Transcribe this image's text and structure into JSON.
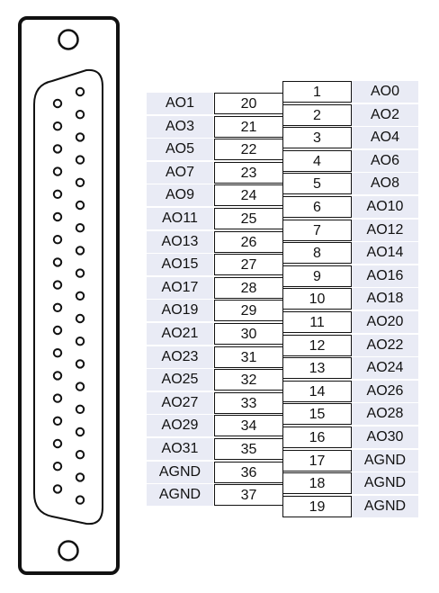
{
  "connector": {
    "left_column": [
      {
        "signal": "AO1",
        "pin": "20"
      },
      {
        "signal": "AO3",
        "pin": "21"
      },
      {
        "signal": "AO5",
        "pin": "22"
      },
      {
        "signal": "AO7",
        "pin": "23"
      },
      {
        "signal": "AO9",
        "pin": "24"
      },
      {
        "signal": "AO11",
        "pin": "25"
      },
      {
        "signal": "AO13",
        "pin": "26"
      },
      {
        "signal": "AO15",
        "pin": "27"
      },
      {
        "signal": "AO17",
        "pin": "28"
      },
      {
        "signal": "AO19",
        "pin": "29"
      },
      {
        "signal": "AO21",
        "pin": "30"
      },
      {
        "signal": "AO23",
        "pin": "31"
      },
      {
        "signal": "AO25",
        "pin": "32"
      },
      {
        "signal": "AO27",
        "pin": "33"
      },
      {
        "signal": "AO29",
        "pin": "34"
      },
      {
        "signal": "AO31",
        "pin": "35"
      },
      {
        "signal": "AGND",
        "pin": "36"
      },
      {
        "signal": "AGND",
        "pin": "37"
      }
    ],
    "right_column": [
      {
        "pin": "1",
        "signal": "AO0"
      },
      {
        "pin": "2",
        "signal": "AO2"
      },
      {
        "pin": "3",
        "signal": "AO4"
      },
      {
        "pin": "4",
        "signal": "AO6"
      },
      {
        "pin": "5",
        "signal": "AO8"
      },
      {
        "pin": "6",
        "signal": "AO10"
      },
      {
        "pin": "7",
        "signal": "AO12"
      },
      {
        "pin": "8",
        "signal": "AO14"
      },
      {
        "pin": "9",
        "signal": "AO16"
      },
      {
        "pin": "10",
        "signal": "AO18"
      },
      {
        "pin": "11",
        "signal": "AO20"
      },
      {
        "pin": "12",
        "signal": "AO22"
      },
      {
        "pin": "13",
        "signal": "AO24"
      },
      {
        "pin": "14",
        "signal": "AO26"
      },
      {
        "pin": "15",
        "signal": "AO28"
      },
      {
        "pin": "16",
        "signal": "AO30"
      },
      {
        "pin": "17",
        "signal": "AGND"
      },
      {
        "pin": "18",
        "signal": "AGND"
      },
      {
        "pin": "19",
        "signal": "AGND"
      }
    ],
    "outer_row_hole_count": 19,
    "inner_row_hole_count": 18,
    "colors": {
      "outline": "#111111",
      "label_fill": "#e9ebf5",
      "pin_fill": "#ffffff"
    }
  }
}
